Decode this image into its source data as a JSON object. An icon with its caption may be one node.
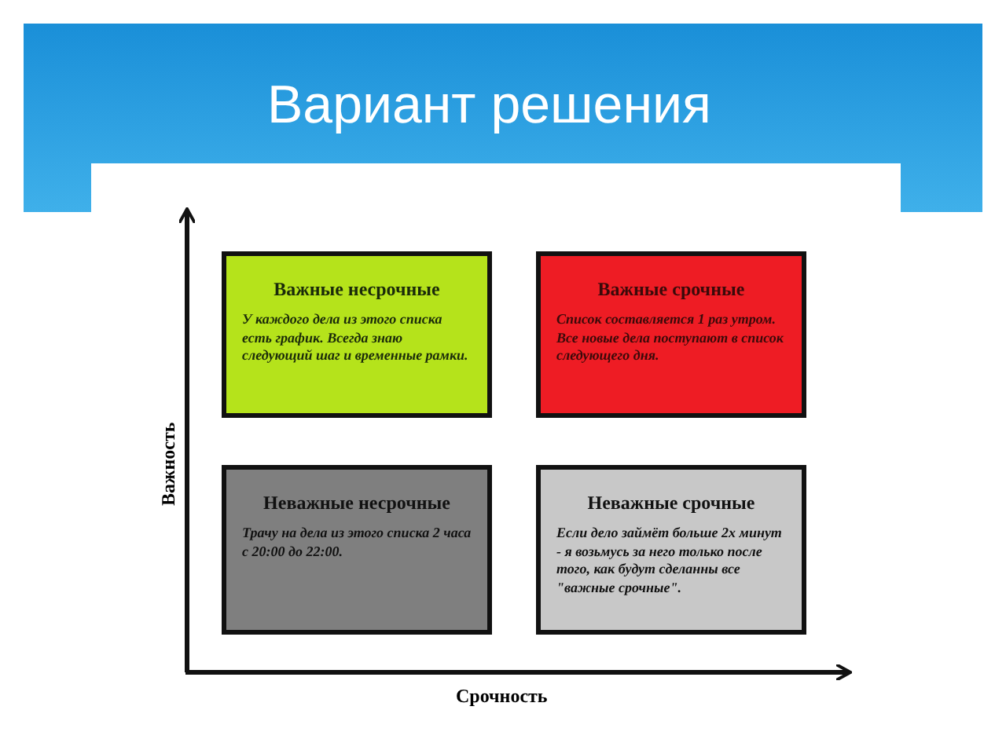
{
  "diagram": {
    "title": "Вариант решения",
    "nodes": [
      {
        "text": [
          "Важные несрочные",
          "У каждого дела из этого списка есть график. Всегда знаю следующий шаг и временные рамки."
        ]
      },
      {
        "text": [
          "Важные срочные",
          "Список составляется 1 раз утром. Все новые дела поступают в список следующего дня."
        ]
      },
      {
        "text": [
          "Неважные несрочные",
          "Трачу на дела из этого списка 2 часа с 20:00 до 22:00."
        ]
      },
      {
        "text": [
          "Неважные срочные",
          "Если дело займёт больше 2х минут - я возьмусь за него только после того, как будут сделанны все \"важные срочные\"."
        ]
      }
    ],
    "edges": [],
    "labels": [
      "Важность",
      "Срочность"
    ]
  }
}
